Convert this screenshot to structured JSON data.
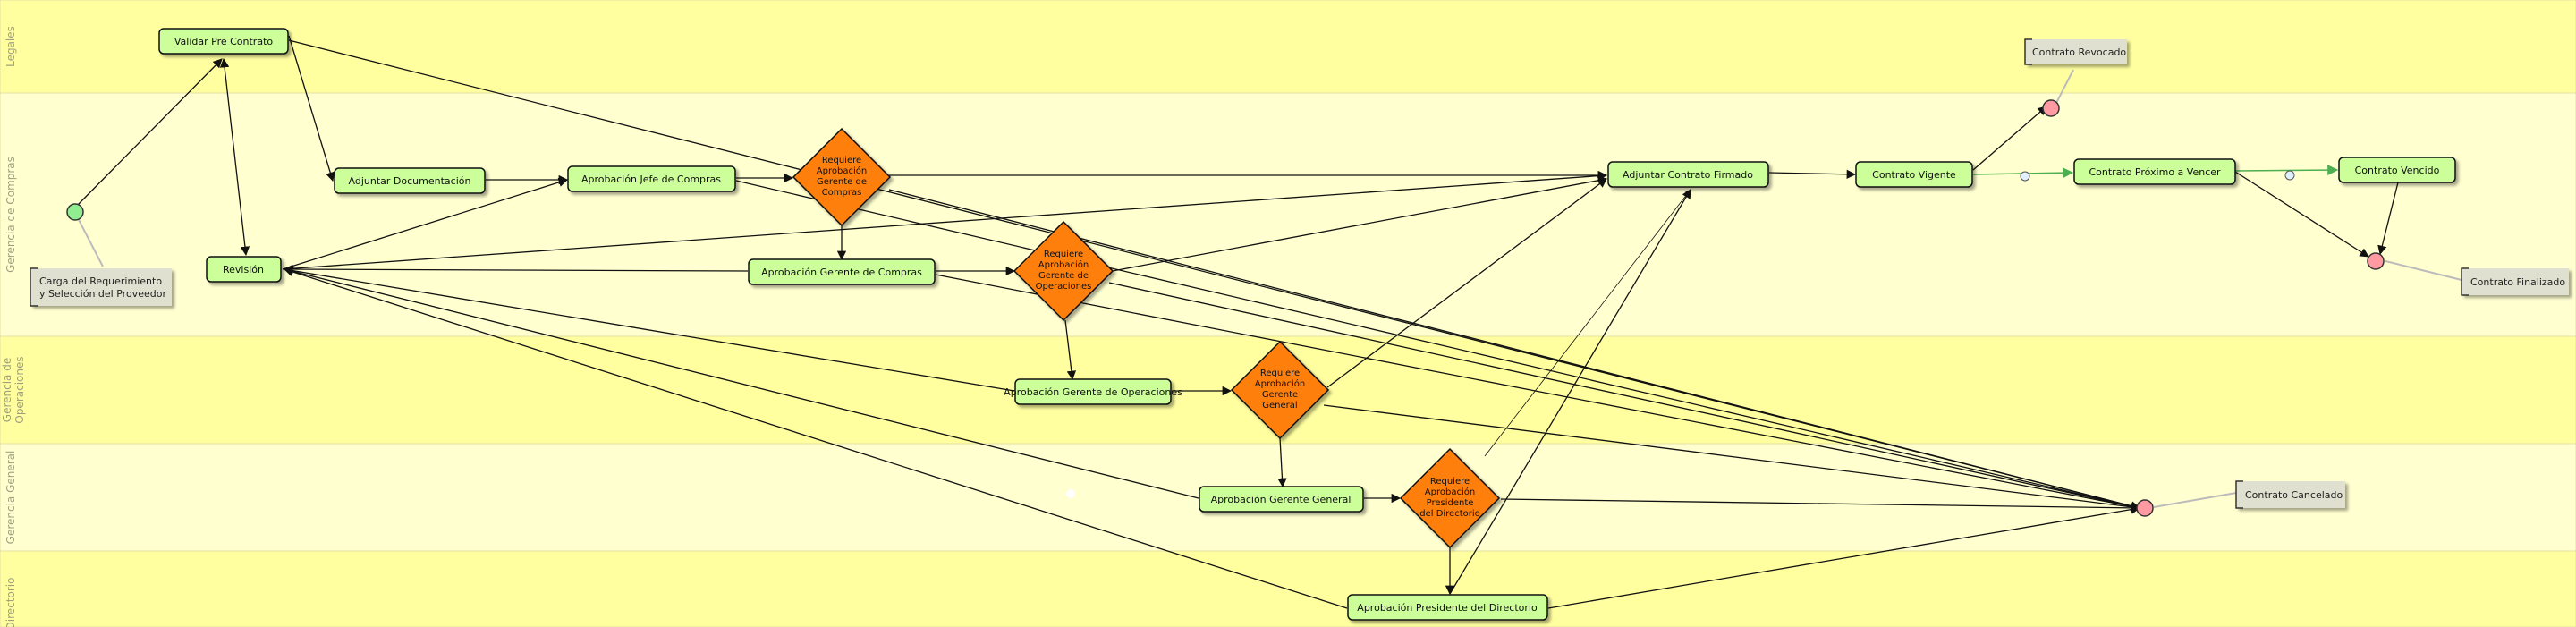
{
  "lanes": [
    {
      "key": "legales",
      "label": "Legales",
      "color": "#ffffa0"
    },
    {
      "key": "compras",
      "label": "Gerencia de Compras",
      "color": "#ffffd0"
    },
    {
      "key": "operaciones",
      "label": "Gerencia de Operaciones",
      "color": "#ffffa0"
    },
    {
      "key": "general",
      "label": "Gerencia General",
      "color": "#ffffd0"
    },
    {
      "key": "directorio",
      "label": "Directorio",
      "color": "#ffffa0"
    }
  ],
  "tasks": {
    "validar": "Validar Pre Contrato",
    "adjuntar_doc": "Adjuntar Documentación",
    "jefe_compras": "Aprobación Jefe de Compras",
    "revision": "Revisión",
    "gerente_compras": "Aprobación Gerente de Compras",
    "gerente_operaciones": "Aprobación Gerente de Operaciones",
    "gerente_general": "Aprobación Gerente General",
    "presidente": "Aprobación Presidente del Directorio",
    "adjuntar_firmado": "Adjuntar Contrato Firmado",
    "vigente": "Contrato Vigente",
    "proximo": "Contrato Próximo a Vencer",
    "vencido": "Contrato Vencido"
  },
  "gateways": {
    "g1": [
      "Requiere",
      "Aprobación",
      "Gerente de",
      "Compras"
    ],
    "g2": [
      "Requiere",
      "Aprobación",
      "Gerente de",
      "Operaciones"
    ],
    "g3": [
      "Requiere",
      "Aprobación",
      "Gerente",
      "General"
    ],
    "g4": [
      "Requiere",
      "Aprobación",
      "Presidente",
      "del Directorio"
    ]
  },
  "annotations": {
    "inicio": [
      "Carga del Requerimiento",
      "y Selección del Proveedor"
    ],
    "revocado": [
      "Contrato Revocado"
    ],
    "finalizado": [
      "Contrato Finalizado"
    ],
    "cancelado": [
      "Contrato Cancelado"
    ]
  },
  "colors": {
    "task_fill": "#ccff99",
    "gateway_fill": "#ff7f0e",
    "start_event": "#90ee90",
    "end_event": "#ff9aa2",
    "timer_flow": "#4caf50",
    "lane_label": "#a0a080"
  }
}
